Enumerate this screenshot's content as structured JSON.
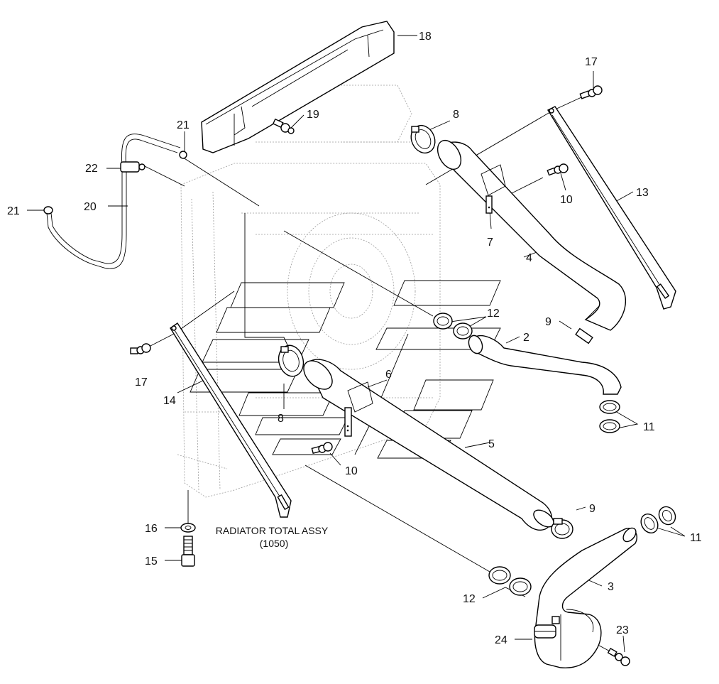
{
  "diagram": {
    "caption_line1": "RADIATOR TOTAL ASSY",
    "caption_line2": "(1050)",
    "labels": {
      "n2": "2",
      "n3": "3",
      "n4": "4",
      "n5": "5",
      "n6": "6",
      "n7": "7",
      "n8a": "8",
      "n8b": "8",
      "n9a": "9",
      "n9b": "9",
      "n10a": "10",
      "n10b": "10",
      "n11a": "11",
      "n11b": "11",
      "n12a": "12",
      "n12b": "12",
      "n13": "13",
      "n14": "14",
      "n15": "15",
      "n16": "16",
      "n17a": "17",
      "n17b": "17",
      "n18": "18",
      "n19": "19",
      "n20": "20",
      "n21a": "21",
      "n21b": "21",
      "n22": "22",
      "n23": "23",
      "n24": "24"
    }
  }
}
